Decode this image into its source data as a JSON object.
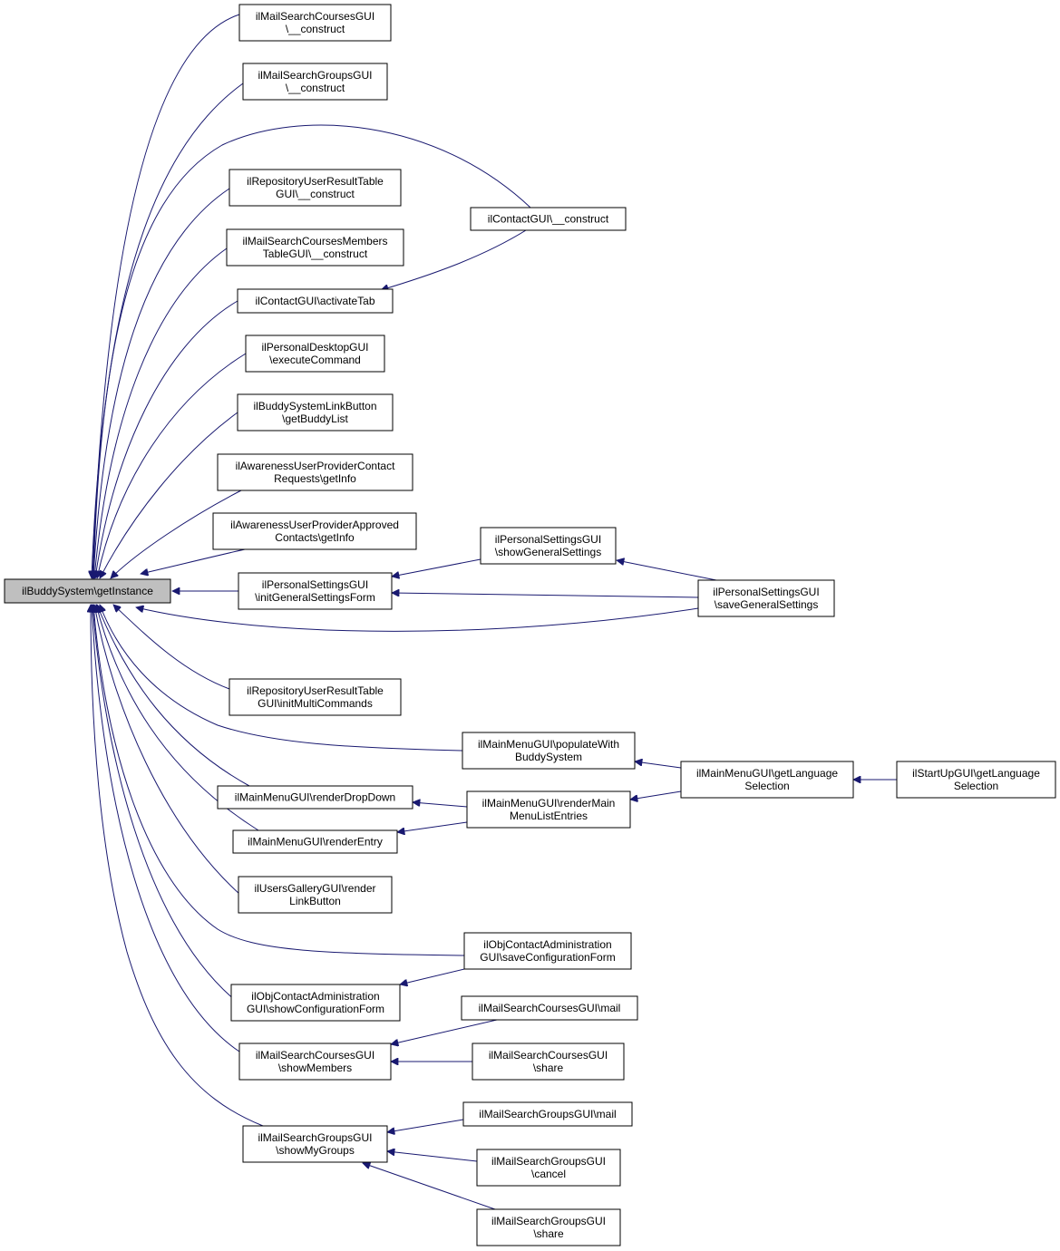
{
  "colors": {
    "edge": "#191970",
    "node_border": "#000000",
    "focus_fill": "#bfbfbf",
    "node_fill": "#ffffff"
  },
  "nodes": [
    {
      "id": "n0",
      "lines": [
        "ilBuddySystem\\getInstance"
      ],
      "focus": true
    },
    {
      "id": "n1",
      "lines": [
        "ilMailSearchCoursesGUI",
        "\\__construct"
      ]
    },
    {
      "id": "n2",
      "lines": [
        "ilMailSearchGroupsGUI",
        "\\__construct"
      ]
    },
    {
      "id": "n3",
      "lines": [
        "ilContactGUI\\__construct"
      ]
    },
    {
      "id": "n4",
      "lines": [
        "ilRepositoryUserResultTable",
        "GUI\\__construct"
      ]
    },
    {
      "id": "n5",
      "lines": [
        "ilMailSearchCoursesMembers",
        "TableGUI\\__construct"
      ]
    },
    {
      "id": "n6",
      "lines": [
        "ilContactGUI\\activateTab"
      ]
    },
    {
      "id": "n7",
      "lines": [
        "ilPersonalDesktopGUI",
        "\\executeCommand"
      ]
    },
    {
      "id": "n8",
      "lines": [
        "ilBuddySystemLinkButton",
        "\\getBuddyList"
      ]
    },
    {
      "id": "n9",
      "lines": [
        "ilAwarenessUserProviderContact",
        "Requests\\getInfo"
      ]
    },
    {
      "id": "n10",
      "lines": [
        "ilAwarenessUserProviderApproved",
        "Contacts\\getInfo"
      ]
    },
    {
      "id": "n11",
      "lines": [
        "ilPersonalSettingsGUI",
        "\\showGeneralSettings"
      ]
    },
    {
      "id": "n12",
      "lines": [
        "ilPersonalSettingsGUI",
        "\\initGeneralSettingsForm"
      ]
    },
    {
      "id": "n13",
      "lines": [
        "ilPersonalSettingsGUI",
        "\\saveGeneralSettings"
      ]
    },
    {
      "id": "n14",
      "lines": [
        "ilRepositoryUserResultTable",
        "GUI\\initMultiCommands"
      ]
    },
    {
      "id": "n15",
      "lines": [
        "ilMainMenuGUI\\populateWith",
        "BuddySystem"
      ]
    },
    {
      "id": "n16",
      "lines": [
        "ilMainMenuGUI\\getLanguage",
        "Selection"
      ]
    },
    {
      "id": "n17",
      "lines": [
        "ilStartUpGUI\\getLanguage",
        "Selection"
      ]
    },
    {
      "id": "n18",
      "lines": [
        "ilMainMenuGUI\\renderDropDown"
      ]
    },
    {
      "id": "n19",
      "lines": [
        "ilMainMenuGUI\\renderMain",
        "MenuListEntries"
      ]
    },
    {
      "id": "n20",
      "lines": [
        "ilMainMenuGUI\\renderEntry"
      ]
    },
    {
      "id": "n21",
      "lines": [
        "ilUsersGalleryGUI\\render",
        "LinkButton"
      ]
    },
    {
      "id": "n22",
      "lines": [
        "ilObjContactAdministration",
        "GUI\\saveConfigurationForm"
      ]
    },
    {
      "id": "n23",
      "lines": [
        "ilObjContactAdministration",
        "GUI\\showConfigurationForm"
      ]
    },
    {
      "id": "n24",
      "lines": [
        "ilMailSearchCoursesGUI\\mail"
      ]
    },
    {
      "id": "n25",
      "lines": [
        "ilMailSearchCoursesGUI",
        "\\showMembers"
      ]
    },
    {
      "id": "n26",
      "lines": [
        "ilMailSearchCoursesGUI",
        "\\share"
      ]
    },
    {
      "id": "n27",
      "lines": [
        "ilMailSearchGroupsGUI\\mail"
      ]
    },
    {
      "id": "n28",
      "lines": [
        "ilMailSearchGroupsGUI",
        "\\showMyGroups"
      ]
    },
    {
      "id": "n29",
      "lines": [
        "ilMailSearchGroupsGUI",
        "\\cancel"
      ]
    },
    {
      "id": "n30",
      "lines": [
        "ilMailSearchGroupsGUI",
        "\\share"
      ]
    }
  ],
  "edges": [
    {
      "from": "n1",
      "to": "n0"
    },
    {
      "from": "n2",
      "to": "n0"
    },
    {
      "from": "n3",
      "to": "n0"
    },
    {
      "from": "n4",
      "to": "n0"
    },
    {
      "from": "n5",
      "to": "n0"
    },
    {
      "from": "n6",
      "to": "n0"
    },
    {
      "from": "n7",
      "to": "n0"
    },
    {
      "from": "n8",
      "to": "n0"
    },
    {
      "from": "n9",
      "to": "n0"
    },
    {
      "from": "n10",
      "to": "n0"
    },
    {
      "from": "n12",
      "to": "n0"
    },
    {
      "from": "n13",
      "to": "n0"
    },
    {
      "from": "n14",
      "to": "n0"
    },
    {
      "from": "n15",
      "to": "n0"
    },
    {
      "from": "n18",
      "to": "n0"
    },
    {
      "from": "n20",
      "to": "n0"
    },
    {
      "from": "n21",
      "to": "n0"
    },
    {
      "from": "n22",
      "to": "n0"
    },
    {
      "from": "n23",
      "to": "n0"
    },
    {
      "from": "n25",
      "to": "n0"
    },
    {
      "from": "n28",
      "to": "n0"
    },
    {
      "from": "n3",
      "to": "n6"
    },
    {
      "from": "n11",
      "to": "n12"
    },
    {
      "from": "n13",
      "to": "n12"
    },
    {
      "from": "n13",
      "to": "n11"
    },
    {
      "from": "n16",
      "to": "n15"
    },
    {
      "from": "n16",
      "to": "n19"
    },
    {
      "from": "n17",
      "to": "n16"
    },
    {
      "from": "n19",
      "to": "n18"
    },
    {
      "from": "n19",
      "to": "n20"
    },
    {
      "from": "n22",
      "to": "n23"
    },
    {
      "from": "n24",
      "to": "n25"
    },
    {
      "from": "n26",
      "to": "n25"
    },
    {
      "from": "n27",
      "to": "n28"
    },
    {
      "from": "n29",
      "to": "n28"
    },
    {
      "from": "n30",
      "to": "n28"
    }
  ]
}
